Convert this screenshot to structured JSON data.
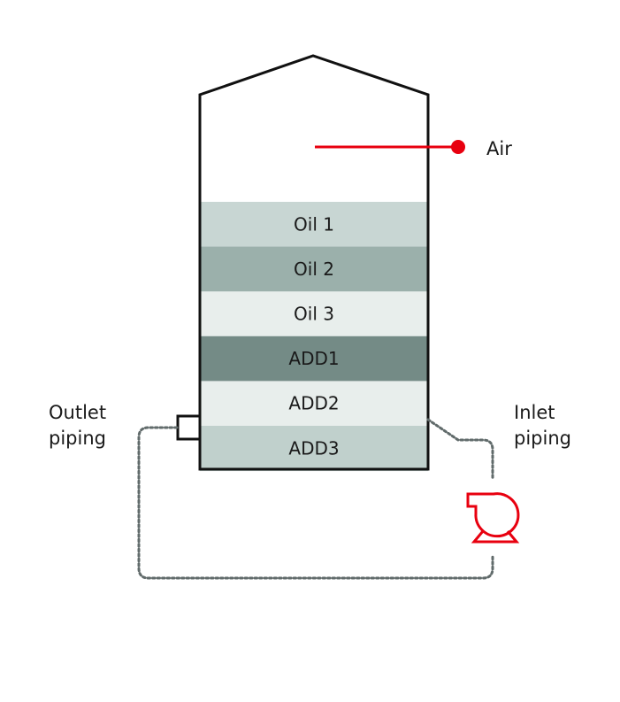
{
  "diagram": {
    "tank": {
      "layers": [
        {
          "label": "Oil 1",
          "color": "#c8d6d3"
        },
        {
          "label": "Oil 2",
          "color": "#9bb0ab"
        },
        {
          "label": "Oil 3",
          "color": "#e8eeec"
        },
        {
          "label": "ADD1",
          "color": "#748b86"
        },
        {
          "label": "ADD2",
          "color": "#e8eeec"
        },
        {
          "label": "ADD3",
          "color": "#c0d0cc"
        }
      ]
    },
    "air": {
      "label": "Air",
      "color": "#e8000f"
    },
    "outlet": {
      "line1": "Outlet",
      "line2": "piping"
    },
    "inlet": {
      "line1": "Inlet",
      "line2": "piping"
    },
    "pump": {
      "color": "#e8000f"
    },
    "piping": {
      "color": "#616b6b"
    }
  }
}
